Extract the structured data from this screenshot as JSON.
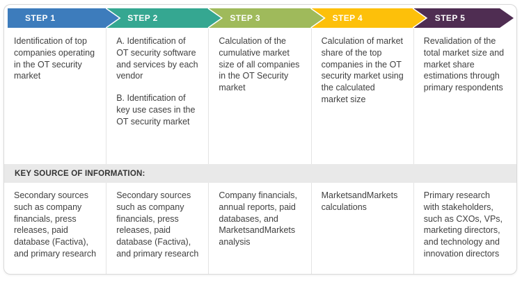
{
  "key_source_heading": "KEY SOURCE OF INFORMATION:",
  "colors": {
    "step1": "#3d7cbc",
    "step2": "#35a791",
    "step3": "#9fba5b",
    "step4": "#fdc00a",
    "step5": "#4f2d52",
    "band_background": "#e9e9e9",
    "body_text": "#404040"
  },
  "steps": [
    {
      "label": "STEP 1",
      "color": "#3d7cbc",
      "paragraphs": [
        "Identification of top companies operating in the OT security market"
      ],
      "key_source": "Secondary sources such as company financials, press releases, paid database (Factiva), and primary research"
    },
    {
      "label": "STEP 2",
      "color": "#35a791",
      "paragraphs": [
        "A. Identification of OT security software and services by each vendor",
        "B. Identification of key use cases in the OT security market"
      ],
      "key_source": "Secondary sources such as company financials, press releases, paid database (Factiva), and primary research"
    },
    {
      "label": "STEP 3",
      "color": "#9fba5b",
      "paragraphs": [
        "Calculation of the cumulative market size of all companies in the OT Security market"
      ],
      "key_source": "Company financials, annual reports, paid databases, and MarketsandMarkets analysis"
    },
    {
      "label": "STEP 4",
      "color": "#fdc00a",
      "paragraphs": [
        "Calculation of market share of the top companies in the OT security market using the calculated market size"
      ],
      "key_source": "MarketsandMarkets calculations"
    },
    {
      "label": "STEP 5",
      "color": "#4f2d52",
      "paragraphs": [
        "Revalidation of the total market size and market share estimations through primary respondents"
      ],
      "key_source": "Primary research with stakeholders, such as CXOs, VPs, marketing directors, and technology and innovation directors"
    }
  ]
}
